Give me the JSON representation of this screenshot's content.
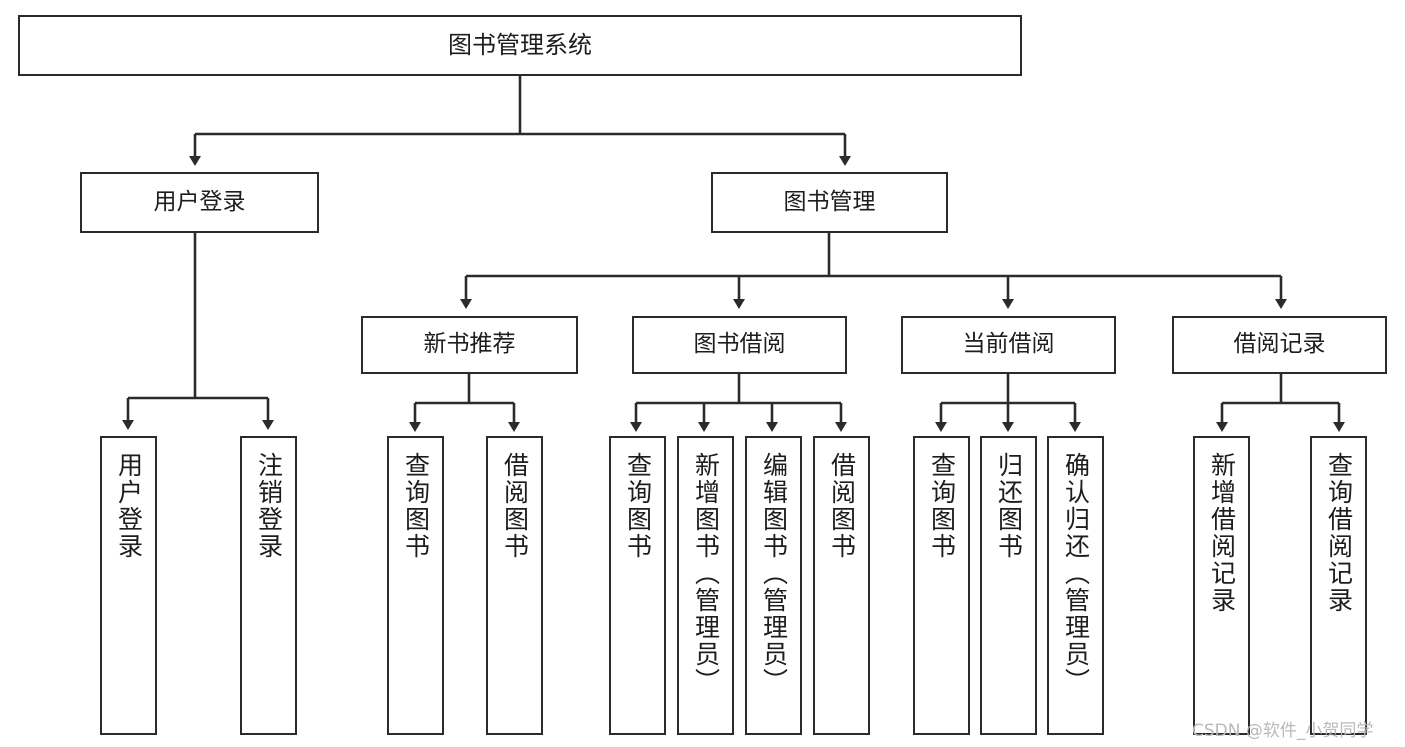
{
  "diagram": {
    "title": "图书管理系统",
    "type": "tree-hierarchy-chart",
    "orientation": "top-down",
    "background_color": "#ffffff",
    "node_border_color": "#2b2b2b",
    "edge_color": "#2b2b2b",
    "text_color": "#1d1d1d"
  },
  "nodes": {
    "root": {
      "label": "图书管理系统"
    },
    "level2": [
      {
        "label": "用户登录"
      },
      {
        "label": "图书管理"
      }
    ],
    "level3": [
      {
        "label": "新书推荐"
      },
      {
        "label": "图书借阅"
      },
      {
        "label": "当前借阅"
      },
      {
        "label": "借阅记录"
      }
    ],
    "leaves": {
      "user_login": [
        {
          "label": "用户登录"
        },
        {
          "label": "注销登录"
        }
      ],
      "new_book_recommend": [
        {
          "label": "查询图书"
        },
        {
          "label": "借阅图书"
        }
      ],
      "book_borrow": [
        {
          "label": "查询图书"
        },
        {
          "label": "新增图书（管理员）"
        },
        {
          "label": "编辑图书（管理员）"
        },
        {
          "label": "借阅图书"
        }
      ],
      "current_borrow": [
        {
          "label": "查询图书"
        },
        {
          "label": "归还图书"
        },
        {
          "label": "确认归还（管理员）"
        }
      ],
      "borrow_record": [
        {
          "label": "新增借阅记录"
        },
        {
          "label": "查询借阅记录"
        }
      ]
    }
  },
  "watermark": {
    "text": "CSDN @软件_小贺同学"
  }
}
